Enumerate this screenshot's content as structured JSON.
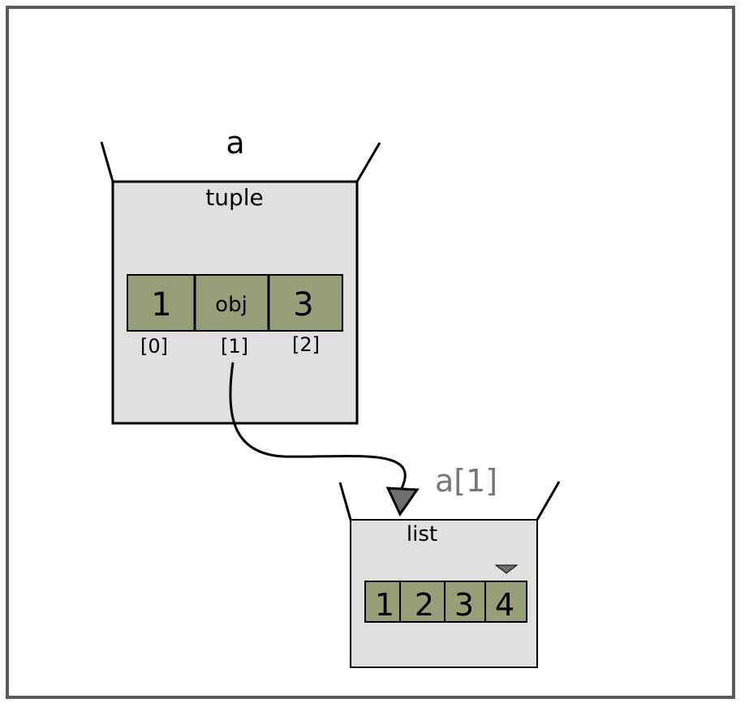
{
  "variable": {
    "name": "a"
  },
  "tuple": {
    "type_label": "tuple",
    "cells": [
      "1",
      "obj",
      "3"
    ],
    "indices": [
      "[0]",
      "[1]",
      "[2]"
    ]
  },
  "reference": {
    "label": "a[1]"
  },
  "list": {
    "type_label": "list",
    "cells": [
      "1",
      "2",
      "3",
      "4"
    ]
  },
  "colors": {
    "border": "#5a5a5a",
    "box_fill": "#e2dfdf",
    "cell_fill": "#979f77",
    "arrow_fill": "#6e6e6e",
    "ref_label": "#777777"
  }
}
